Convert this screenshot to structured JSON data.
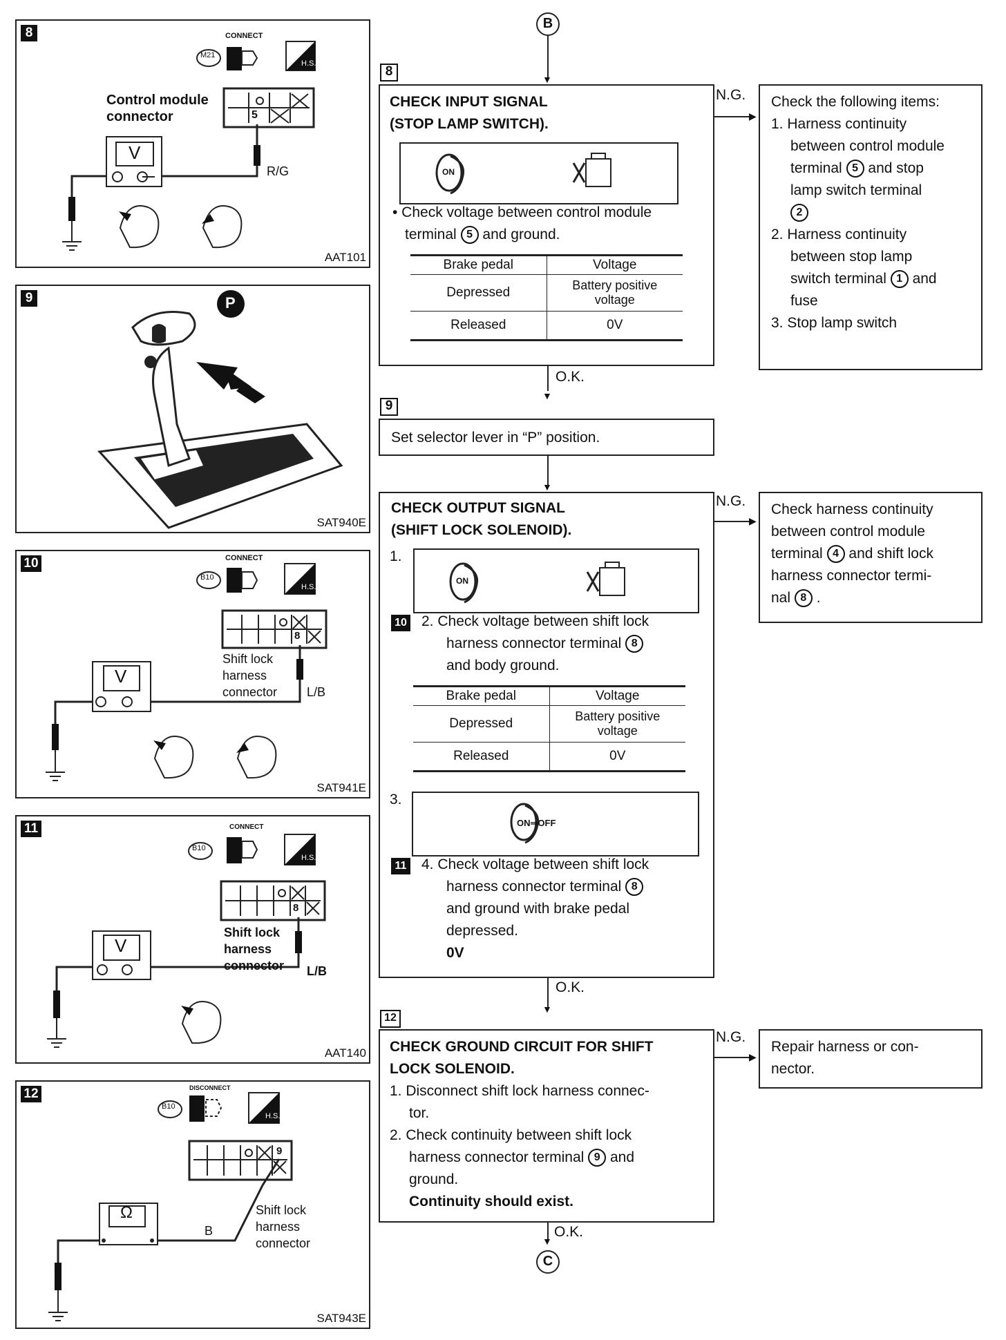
{
  "connectors": {
    "top": "B",
    "bottom": "C"
  },
  "flow_labels": {
    "ng": "N.G.",
    "ok": "O.K."
  },
  "tables": {
    "header_pedal": "Brake pedal",
    "header_voltage": "Voltage",
    "row1_pedal": "Depressed",
    "row1_voltage": "Battery positive voltage",
    "row2_pedal": "Released",
    "row2_voltage": "0V"
  },
  "step8": {
    "num": "8",
    "title1": "CHECK INPUT SIGNAL",
    "title2": "(STOP LAMP SWITCH).",
    "check_a": "• Check voltage between control module",
    "check_b": "terminal",
    "check_term": "5",
    "check_c": "and ground.",
    "ng_title": "Check the following items:",
    "ng_1a": "1. Harness continuity",
    "ng_1b": "between control module",
    "ng_1c": "terminal",
    "ng_1c_term": "5",
    "ng_1c_tail": "and stop",
    "ng_1d": "lamp switch terminal",
    "ng_1e_term": "2",
    "ng_2a": "2. Harness continuity",
    "ng_2b": "between stop lamp",
    "ng_2c": "switch terminal",
    "ng_2c_term": "1",
    "ng_2c_tail": "and",
    "ng_2d": "fuse",
    "ng_3": "3. Stop lamp switch"
  },
  "step9": {
    "num": "9",
    "text": "Set selector lever in “P” position."
  },
  "step10": {
    "title1": "CHECK OUTPUT SIGNAL",
    "title2": "(SHIFT LOCK SOLENOID).",
    "one": "1.",
    "ref10": "10",
    "two_a": "2. Check voltage between shift lock",
    "two_b": "harness connector terminal",
    "two_b_term": "8",
    "two_c": "and body ground.",
    "three": "3.",
    "ref11": "11",
    "four_a": "4. Check voltage between shift lock",
    "four_b": "harness connector terminal",
    "four_b_term": "8",
    "four_c": "and ground with brake pedal",
    "four_d": "depressed.",
    "four_e": "0V",
    "ng_a": "Check harness continuity",
    "ng_b": "between control module",
    "ng_c": "terminal",
    "ng_c_term": "4",
    "ng_c_tail": "and shift lock",
    "ng_d": "harness connector termi-",
    "ng_e": "nal",
    "ng_e_term": "8",
    "ng_e_tail": "."
  },
  "step12": {
    "num": "12",
    "title1": "CHECK GROUND CIRCUIT FOR SHIFT",
    "title2": "LOCK SOLENOID.",
    "one_a": "1. Disconnect shift lock harness connec-",
    "one_b": "tor.",
    "two_a": "2. Check continuity between shift lock",
    "two_b": "harness connector terminal",
    "two_b_term": "9",
    "two_b_tail": "and",
    "two_c": "ground.",
    "result": "Continuity should exist.",
    "ng_a": "Repair harness or con-",
    "ng_b": "nector."
  },
  "figures": {
    "f8": {
      "num": "8",
      "code": "AAT101",
      "connect": "CONNECT",
      "conn_id": "M21",
      "hs": "H.S.",
      "cm_label1": "Control module",
      "cm_label2": "connector",
      "pin": "5",
      "wire": "R/G",
      "meter": "V"
    },
    "f9": {
      "num": "9",
      "code": "SAT940E",
      "badge": "P"
    },
    "f10": {
      "num": "10",
      "code": "SAT941E",
      "connect": "CONNECT",
      "conn_id": "B10",
      "hs": "H.S.",
      "lbl1": "Shift lock",
      "lbl2": "harness",
      "lbl3": "connector",
      "pin": "8",
      "wire": "L/B",
      "meter": "V"
    },
    "f11": {
      "num": "11",
      "code": "AAT140",
      "connect": "CONNECT",
      "conn_id": "B10",
      "hs": "H.S.",
      "lbl1": "Shift lock",
      "lbl2": "harness",
      "lbl3": "connector",
      "pin": "8",
      "wire": "L/B",
      "meter": "V"
    },
    "f12": {
      "num": "12",
      "code": "SAT943E",
      "connect": "DISCONNECT",
      "conn_id": "B10",
      "hs": "H.S.",
      "lbl1": "Shift lock",
      "lbl2": "harness",
      "lbl3": "connector",
      "pin": "9",
      "wire": "B",
      "meter": "Ω"
    }
  },
  "icons": {
    "key_on": "ON",
    "key_onoff": "ON⇒OFF"
  }
}
